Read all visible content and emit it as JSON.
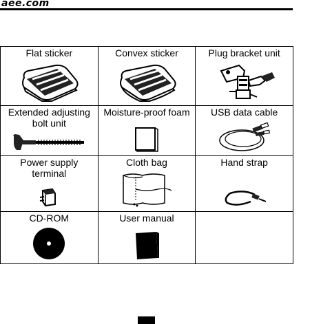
{
  "header": {
    "brand": "aee.com"
  },
  "accessories": [
    [
      {
        "label": "Flat sticker",
        "icon": "flat-sticker-icon"
      },
      {
        "label": "Convex sticker",
        "icon": "convex-sticker-icon"
      },
      {
        "label": "Plug bracket unit",
        "icon": "plug-bracket-icon"
      }
    ],
    [
      {
        "label_lines": [
          "Extended adjusting",
          "bolt unit"
        ],
        "icon": "bolt-icon"
      },
      {
        "label": "Moisture-proof foam",
        "icon": "foam-icon"
      },
      {
        "label": "USB data cable",
        "icon": "usb-cable-icon"
      }
    ],
    [
      {
        "label_lines": [
          "Power supply",
          "terminal"
        ],
        "icon": "power-adapter-icon"
      },
      {
        "label": "Cloth bag",
        "icon": "cloth-bag-icon"
      },
      {
        "label": "Hand strap",
        "icon": "hand-strap-icon"
      }
    ],
    [
      {
        "label": "CD-ROM",
        "icon": "cd-rom-icon"
      },
      {
        "label": "User manual",
        "icon": "user-manual-icon"
      },
      {
        "label": "",
        "icon": ""
      }
    ]
  ]
}
